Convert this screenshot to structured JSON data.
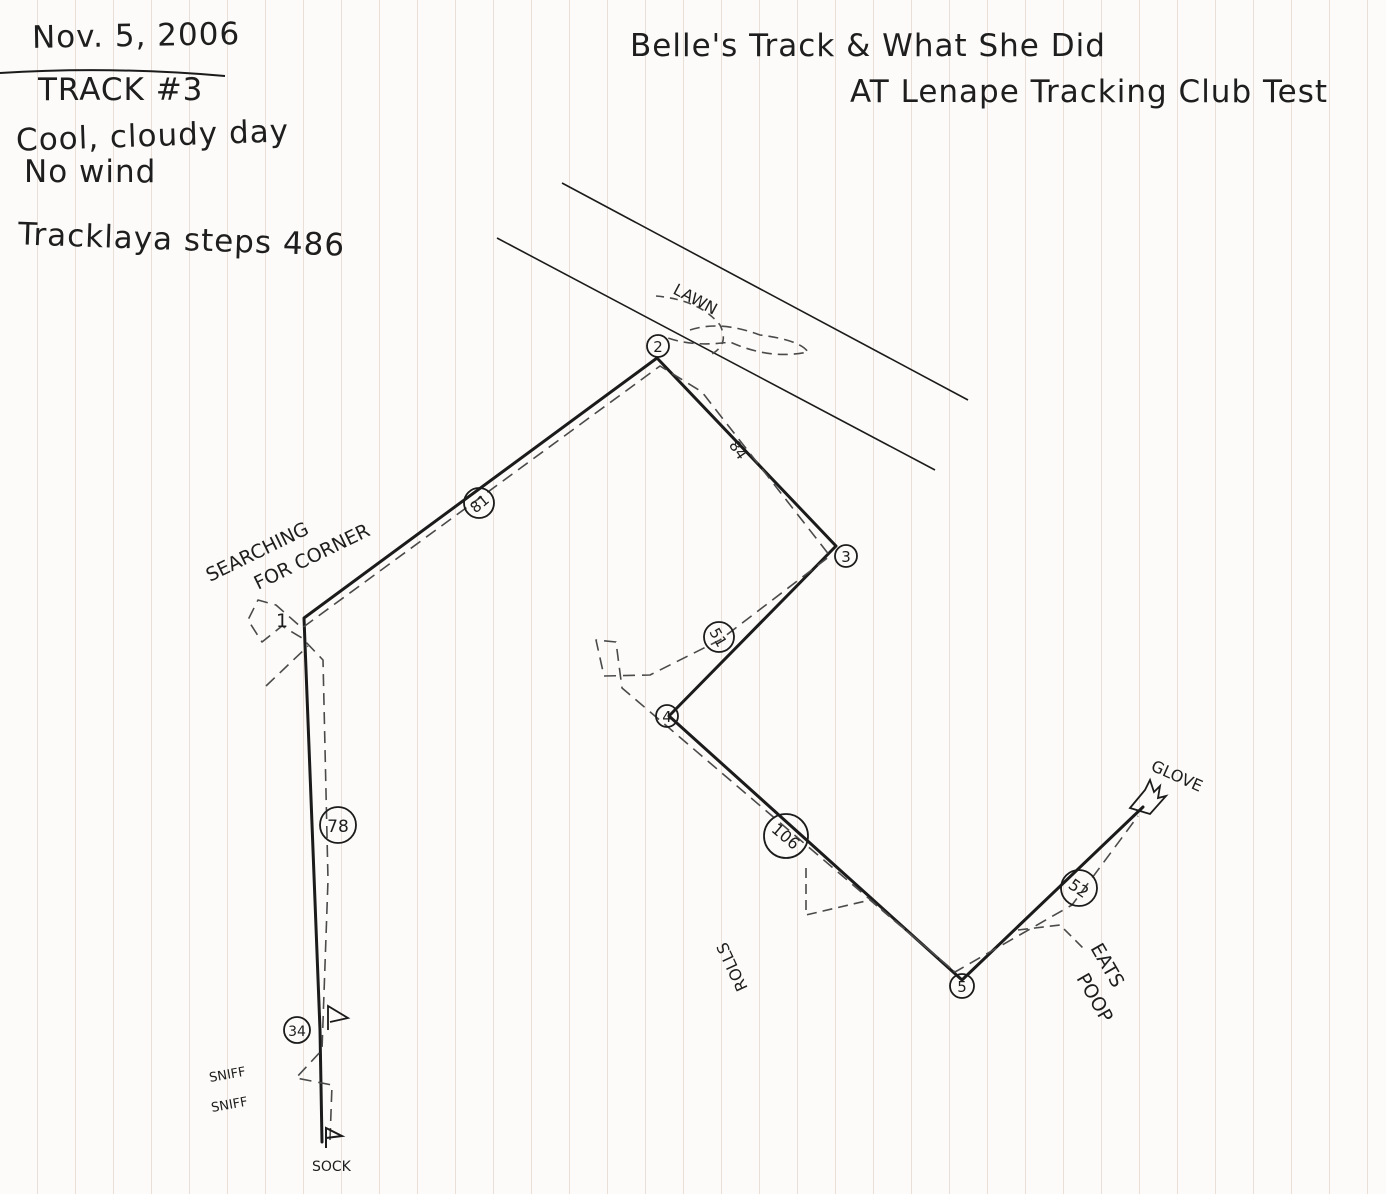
{
  "notes": {
    "date": "Nov. 5, 2006",
    "track_number": "TRACK #3",
    "weather": "Cool, cloudy day",
    "wind": "No wind",
    "tracklayer_steps": "Tracklaya steps 486"
  },
  "title": {
    "line1": "Belle's Track & What She Did",
    "line2": "AT Lenape Tracking Club Test"
  },
  "corners": [
    "1",
    "2",
    "3",
    "4",
    "5"
  ],
  "legs": [
    "78",
    "81",
    "84",
    "51",
    "106",
    "52"
  ],
  "checkpoints": [
    "34"
  ],
  "annotations": {
    "start": "SOCK",
    "end": "GLOVE",
    "lawn": "LAWN",
    "searching_line1": "SEARCHING",
    "searching_line2": "FOR CORNER",
    "sniff1": "SNIFF",
    "sniff2": "SNIFF",
    "rolls": "ROLLS",
    "eats": "EATS",
    "poop": "POOP"
  },
  "colors": {
    "ink": "#1b1b1b",
    "paper": "#fcfbf9",
    "rule": "#eadfd6"
  },
  "icons": [
    "start-flag-icon",
    "glove-icon",
    "flag-icon"
  ]
}
